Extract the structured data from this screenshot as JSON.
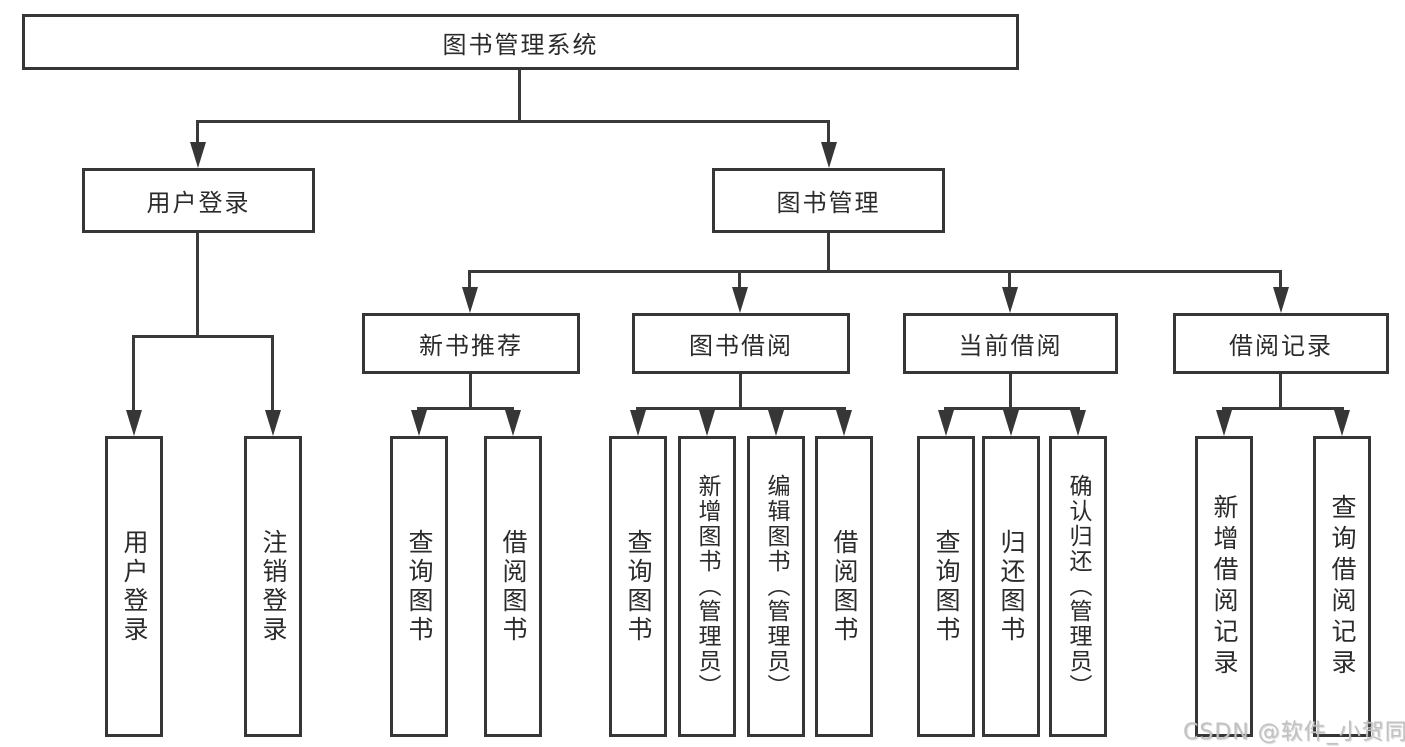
{
  "diagram_title": "图书管理系统",
  "watermark": "CSDN @软件_小贺同学",
  "colors": {
    "line": "#363636",
    "text": "#2b2b2b",
    "background": "#ffffff",
    "watermark": "#c2c2c2"
  },
  "nodes": {
    "root": "图书管理系统",
    "user_login": "用户登录",
    "book_management": "图书管理",
    "new_book_recommend": "新书推荐",
    "book_borrowing": "图书借阅",
    "current_borrowing": "当前借阅",
    "borrowing_records": "借阅记录",
    "leaf_user_login": "用户登录",
    "leaf_logout": "注销登录",
    "leaf_query_books_recommend": "查询图书",
    "leaf_borrow_books_recommend": "借阅图书",
    "leaf_query_books_borrowing": "查询图书",
    "leaf_add_books_admin": "新增图书（管理员）",
    "leaf_edit_books_admin": "编辑图书（管理员）",
    "leaf_borrow_books_borrowing": "借阅图书",
    "leaf_query_books_current": "查询图书",
    "leaf_return_books": "归还图书",
    "leaf_confirm_return_admin": "确认归还（管理员）",
    "leaf_add_borrow_record": "新增借阅记录",
    "leaf_query_borrow_record": "查询借阅记录"
  }
}
